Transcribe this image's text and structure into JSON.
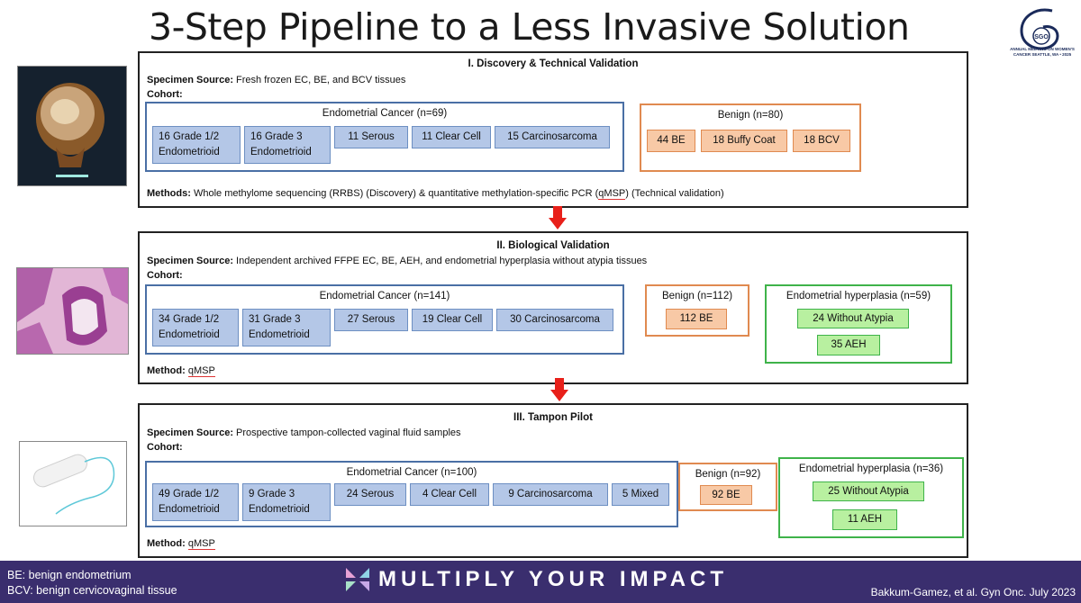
{
  "title": "3-Step Pipeline to a Less Invasive Solution",
  "logo": {
    "text": "ANNUAL MEETING ON WOMEN'S CANCER SEATTLE, WA • 2025",
    "mark": "SGO"
  },
  "sections": [
    {
      "title": "I. Discovery & Technical Validation",
      "specimen_label": "Specimen Source:",
      "specimen_text": "Fresh frozen EC, BE, and BCV tissues",
      "cohort_label": "Cohort:",
      "ec": {
        "title": "Endometrial Cancer (n=69)",
        "items": [
          "16 Grade 1/2\nEndometrioid",
          "16 Grade 3\nEndometrioid",
          "11 Serous",
          "11 Clear Cell",
          "15 Carcinosarcoma"
        ]
      },
      "benign": {
        "title": "Benign (n=80)",
        "items": [
          "44 BE",
          "18 Buffy Coat",
          "18 BCV"
        ]
      },
      "method_label": "Methods:",
      "method_text_a": "Whole methylome sequencing (RRBS) (Discovery) & quantitative methylation-specific PCR (",
      "method_text_b": "qMSP",
      "method_text_c": ") (Technical validation)"
    },
    {
      "title": "II. Biological Validation",
      "specimen_label": "Specimen Source:",
      "specimen_text": "Independent archived FFPE EC, BE, AEH, and endometrial hyperplasia without atypia tissues",
      "cohort_label": "Cohort:",
      "ec": {
        "title": "Endometrial Cancer (n=141)",
        "items": [
          "34 Grade 1/2\nEndometrioid",
          "31 Grade 3\nEndometrioid",
          "27 Serous",
          "19 Clear Cell",
          "30 Carcinosarcoma"
        ]
      },
      "benign": {
        "title": "Benign (n=112)",
        "items": [
          "112 BE"
        ]
      },
      "hyper": {
        "title": "Endometrial hyperplasia (n=59)",
        "items": [
          "24 Without Atypia",
          "35 AEH"
        ]
      },
      "method_label": "Method:",
      "method_text": "qMSP"
    },
    {
      "title": "III. Tampon Pilot",
      "specimen_label": "Specimen Source:",
      "specimen_text": "Prospective tampon-collected vaginal fluid samples",
      "cohort_label": "Cohort:",
      "ec": {
        "title": "Endometrial Cancer (n=100)",
        "items": [
          "49 Grade 1/2\nEndometrioid",
          "9 Grade 3\nEndometrioid",
          "24 Serous",
          "4 Clear Cell",
          "9 Carcinosarcoma",
          "5 Mixed"
        ]
      },
      "benign": {
        "title": "Benign (n=92)",
        "items": [
          "92 BE"
        ]
      },
      "hyper": {
        "title": "Endometrial hyperplasia (n=36)",
        "items": [
          "25 Without Atypia",
          "11 AEH"
        ]
      },
      "method_label": "Method:",
      "method_text": "qMSP"
    }
  ],
  "footer": {
    "abbr1": "BE: benign endometrium",
    "abbr2": "BCV: benign cervicovaginal tissue",
    "tagline": "MULTIPLY YOUR IMPACT",
    "citation": "Bakkum-Gamez, et al. Gyn Onc. July 2023"
  },
  "colors": {
    "ec_fill": "#b4c7e7",
    "benign_fill": "#f8c9a6",
    "hyper_fill": "#b8f0a0",
    "arrow": "#e8201a",
    "footer": "#3a2e6e"
  }
}
